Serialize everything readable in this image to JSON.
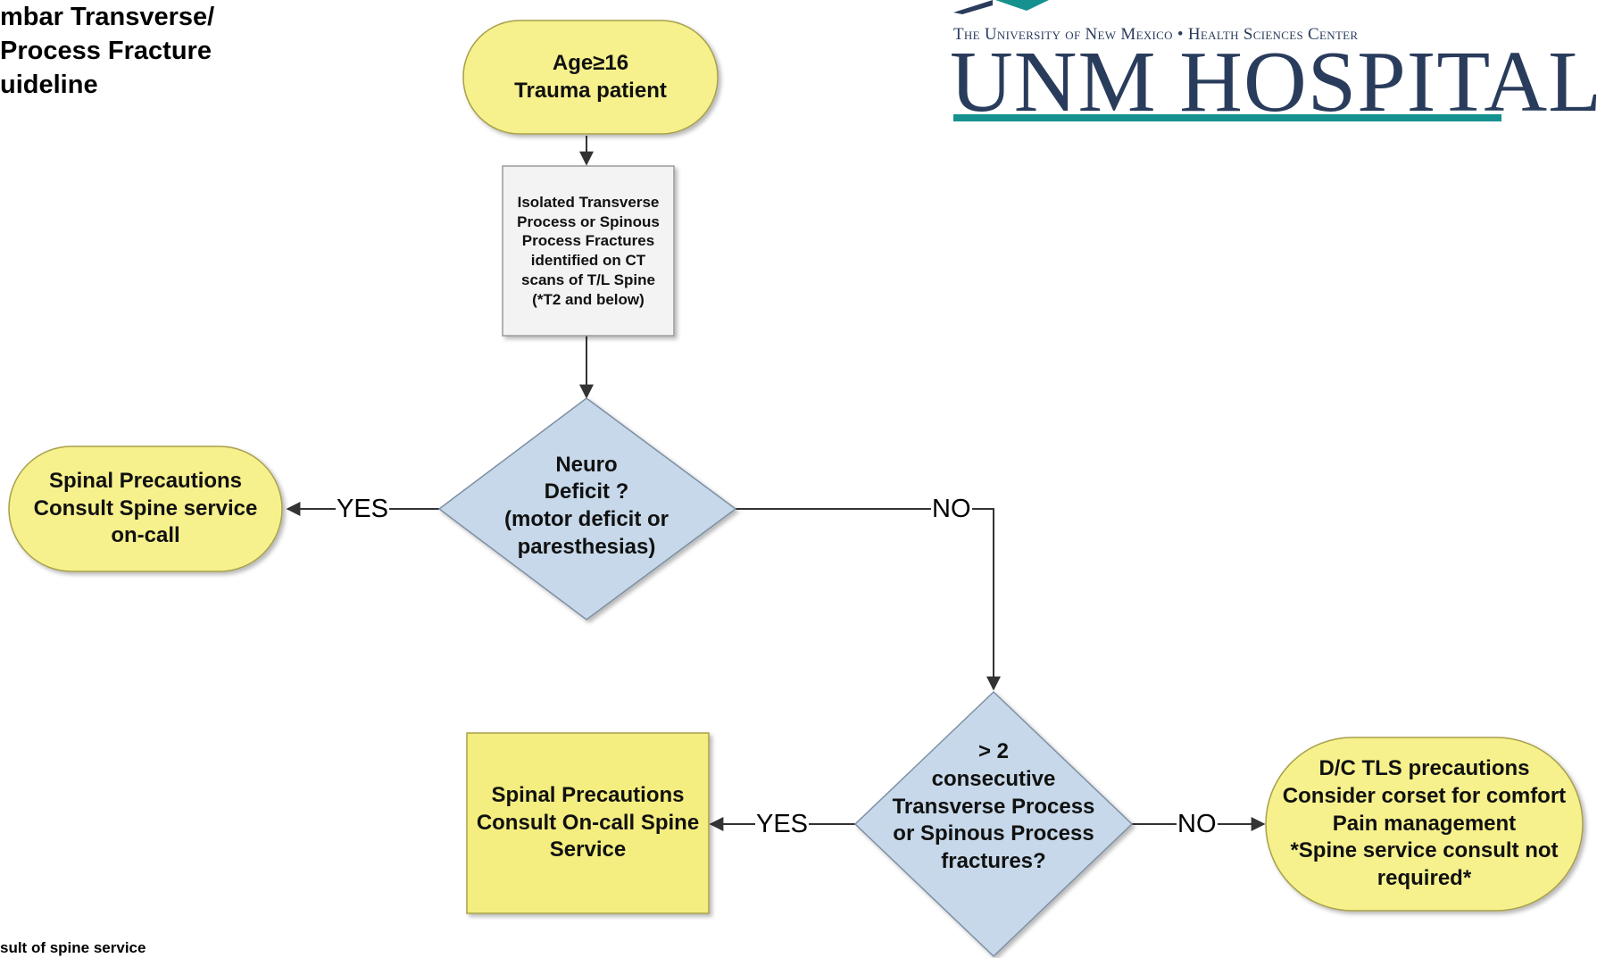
{
  "title": "mbar Transverse/\nProcess Fracture\nuideline",
  "logo": {
    "caption": "The University of New Mexico • Health Sciences Center",
    "name": "UNM HOSPITALS"
  },
  "nodes": {
    "start": "Age≥16\nTrauma patient",
    "ct_finding": "Isolated Transverse\nProcess or Spinous\nProcess Fractures\nidentified on CT\nscans of T/L Spine\n(*T2 and below)",
    "neuro_deficit": "Neuro\nDeficit ?\n(motor deficit or\nparesthesias)",
    "spinal_consult_oncall": "Spinal Precautions\nConsult Spine service\non-call",
    "consecutive": "> 2\nconsecutive\nTransverse Process\nor Spinous Process\nfractures?",
    "spinal_consult_service": "Spinal Precautions\nConsult On-call Spine\nService",
    "dc_tls": "D/C TLS precautions\nConsider corset for comfort\nPain management\n*Spine service consult not\nrequired*"
  },
  "edges": {
    "neuro_yes": "YES",
    "neuro_no": "NO",
    "consec_yes": "YES",
    "consec_no": "NO"
  },
  "footnote": "sult of spine service",
  "colors": {
    "terminal_fill": "#f6f18c",
    "terminal_stroke": "#a8a04c",
    "process_fill": "#f3f3f3",
    "decision_fill": "#c6d8e9",
    "decision_stroke": "#7d8fa3",
    "outcome_fill": "#f4ee80",
    "logo_teal": "#15928f",
    "logo_navy": "#2a3c5c"
  }
}
